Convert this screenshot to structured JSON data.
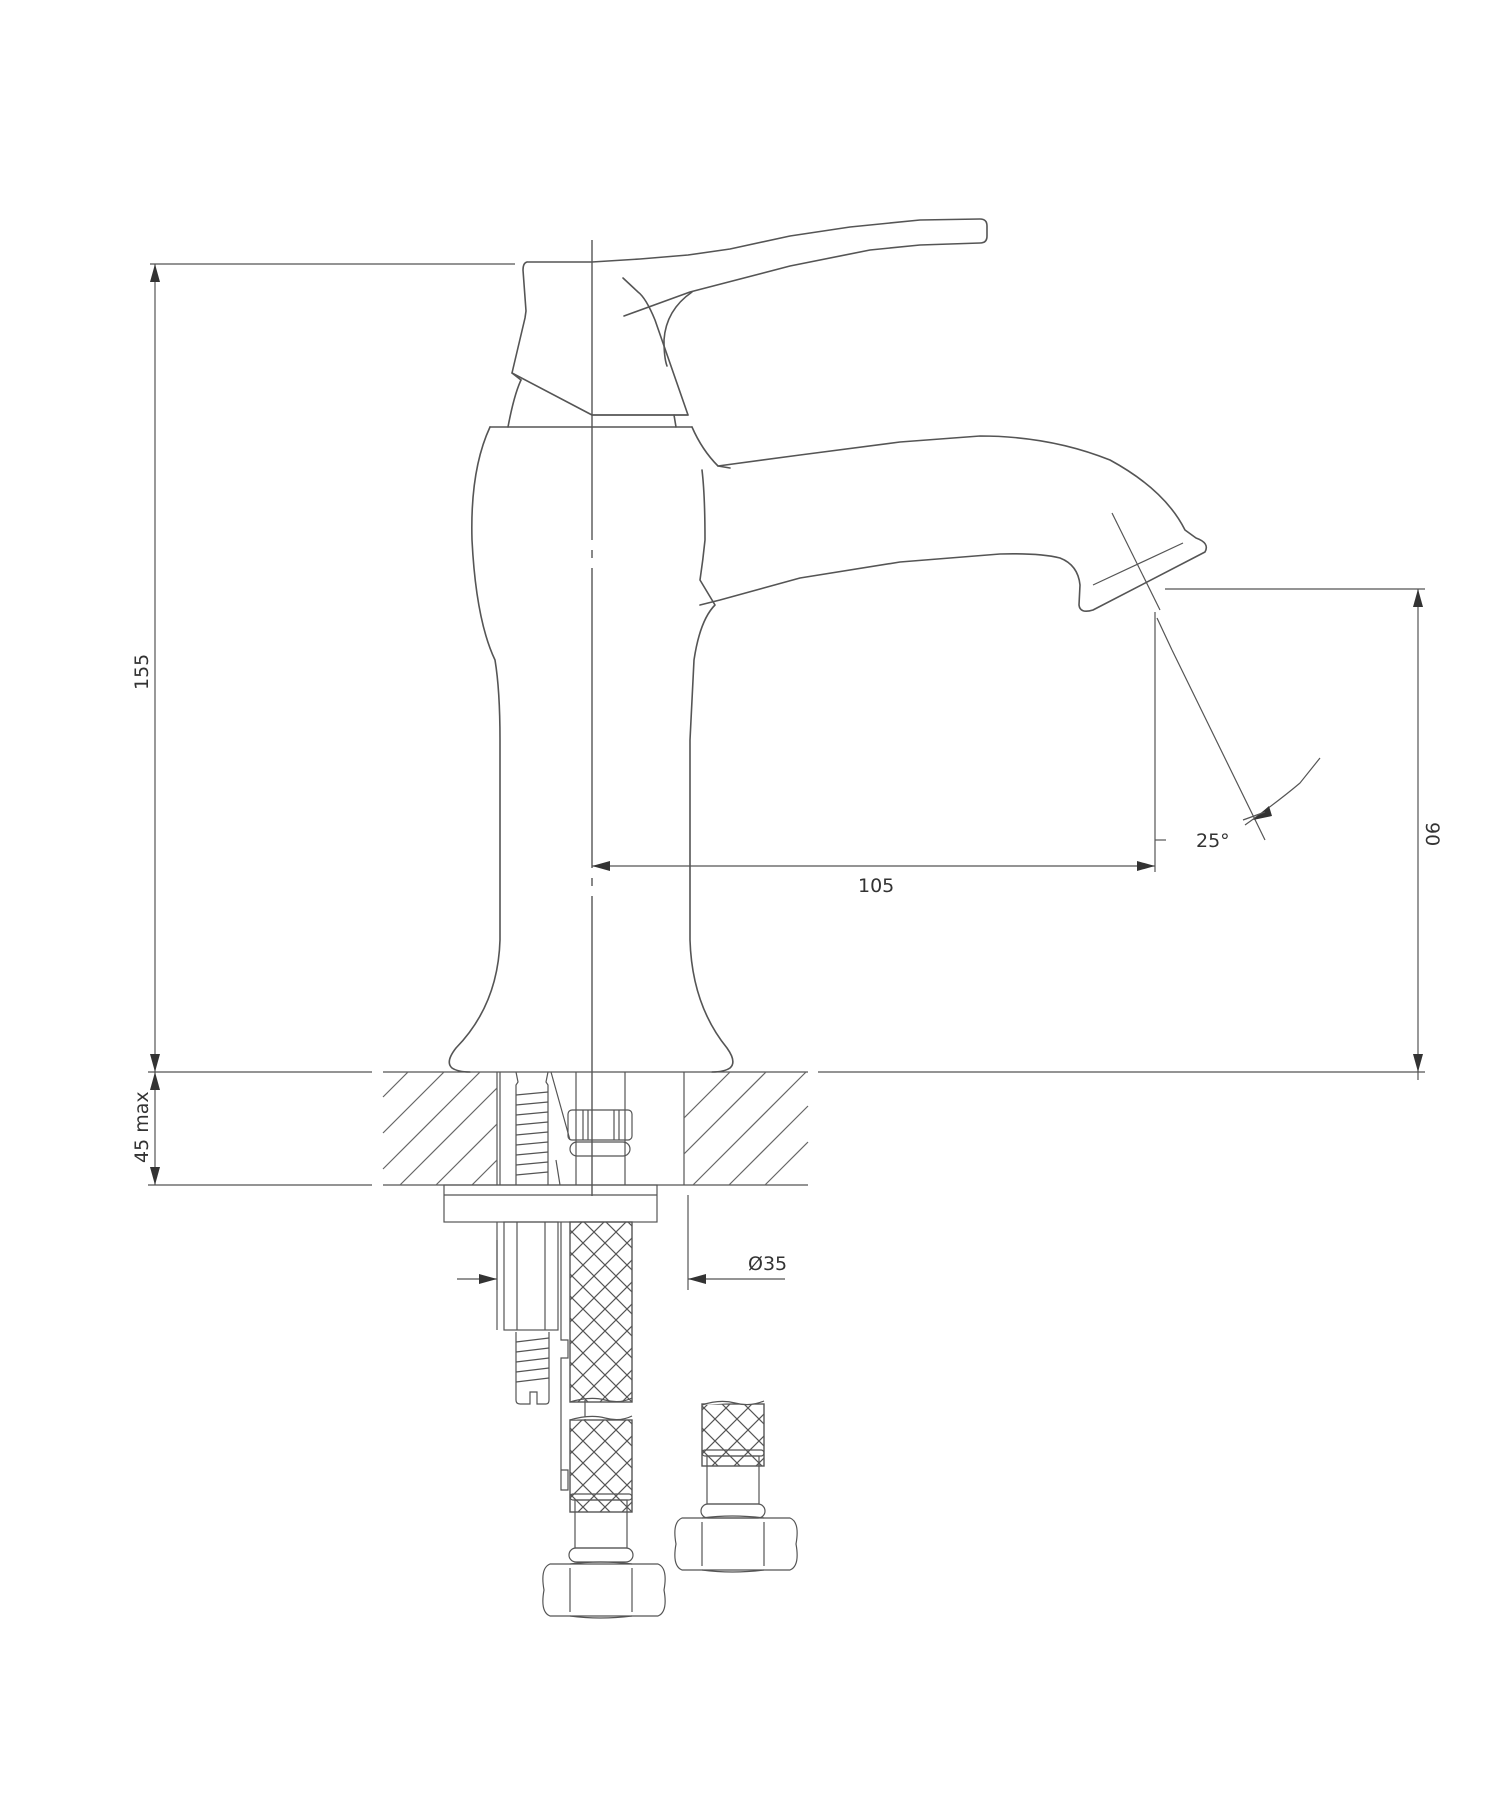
{
  "drawing": {
    "title": "Single-lever basin mixer — dimensional drawing",
    "line_color": "#555555",
    "background": "#ffffff"
  },
  "dimensions": {
    "overall_height": {
      "label": "155",
      "orientation": "vertical"
    },
    "countertop_thickness": {
      "label": "45 max",
      "orientation": "vertical"
    },
    "spout_reach": {
      "label": "105",
      "orientation": "horizontal"
    },
    "spout_height": {
      "label": "90",
      "orientation": "vertical"
    },
    "spout_angle": {
      "label": "25°"
    },
    "mounting_hole": {
      "label": "Ø35"
    }
  },
  "components": [
    {
      "name": "lever-handle"
    },
    {
      "name": "cartridge-cap"
    },
    {
      "name": "faucet-body"
    },
    {
      "name": "spout"
    },
    {
      "name": "countertop-section"
    },
    {
      "name": "fixing-plate"
    },
    {
      "name": "threaded-stud"
    },
    {
      "name": "braided-hose-left"
    },
    {
      "name": "braided-hose-right"
    },
    {
      "name": "hose-nut-left"
    },
    {
      "name": "hose-nut-right"
    }
  ]
}
